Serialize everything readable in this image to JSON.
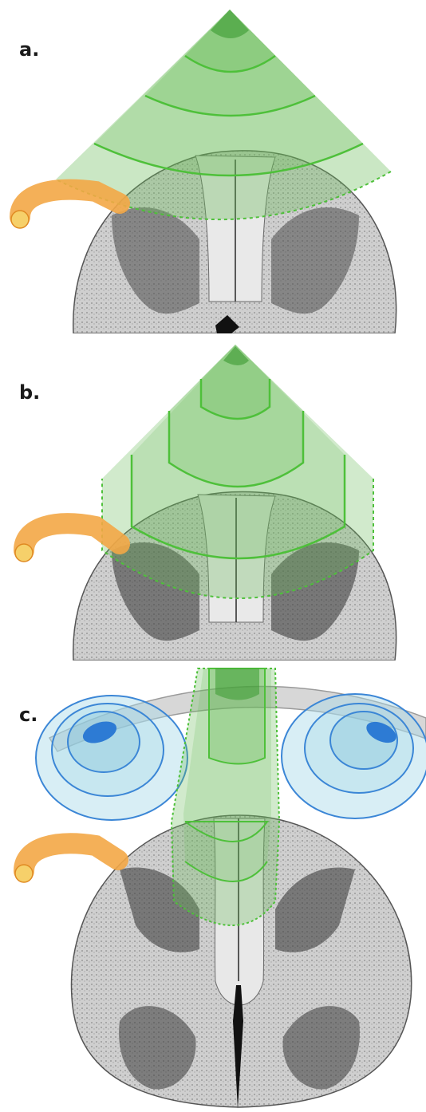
{
  "panels": [
    {
      "id": "a",
      "label": "a.",
      "field_shape": "cone"
    },
    {
      "id": "b",
      "label": "b.",
      "field_shape": "truncated-cone"
    },
    {
      "id": "c",
      "label": "c.",
      "field_shape": "narrow-column-with-side-fields"
    }
  ],
  "colors": {
    "field_fill": "#66bb55",
    "field_stroke": "#4ec03a",
    "tract_cord": "#b0b0b0",
    "tract_bg": "#e8e8e8",
    "nerve_root": "#f3a746",
    "nerve_root_end": "#f6d06a",
    "side_field_fill": "#a9d9e8",
    "side_field_stroke": "#3b86d6",
    "side_field_core": "#2d7bd4",
    "arc_plate": "#d7d7d7"
  }
}
